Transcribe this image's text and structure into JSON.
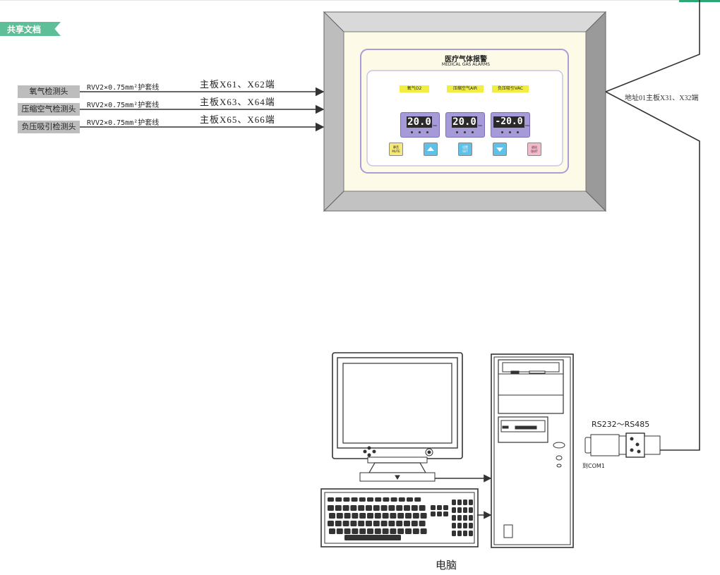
{
  "tag_label": "共享文档",
  "sensors": [
    {
      "label": "氧气检测头",
      "cable": "RVV2×0.75mm²护套线",
      "board": "主板X61、X62端"
    },
    {
      "label": "压缩空气检测头",
      "cable": "RVV2×0.75mm²护套线",
      "board": "主板X63、X64端"
    },
    {
      "label": "负压吸引检测头",
      "cable": "RVV2×0.75mm²护套线",
      "board": "主板X65、X66端"
    }
  ],
  "panel": {
    "title": "医疗气体报警",
    "subtitle": "MEDICAL GAS ALARMS",
    "channels": [
      {
        "label": "氧气O2",
        "value": "20.0"
      },
      {
        "label": "压缩空气AIR",
        "value": "20.0"
      },
      {
        "label": "负压吸引VAC",
        "value": "-20.0"
      }
    ],
    "buttons": [
      {
        "label": "静音",
        "sub": "MUTE",
        "icon": "mute-icon",
        "color": "#f6e97a"
      },
      {
        "label": "",
        "sub": "",
        "icon": "arrow-up-icon",
        "color": "#5fc0e8"
      },
      {
        "label": "设置",
        "sub": "SET",
        "icon": "set-icon",
        "color": "#5fc0e8"
      },
      {
        "label": "",
        "sub": "",
        "icon": "arrow-down-icon",
        "color": "#5fc0e8"
      },
      {
        "label": "退出",
        "sub": "QUIT",
        "icon": "quit-icon",
        "color": "#f5b8c8"
      }
    ],
    "unit": "MPa"
  },
  "address_note": "地址01主板X31、X32端",
  "converter_label": "RS232～RS485",
  "com_label": "到COM1",
  "computer_label": "电脑",
  "colors": {
    "accent": "#5cbf98",
    "label_bg": "#c8c8f0",
    "display": "#a69ad8",
    "channel": "#f2ee40"
  }
}
